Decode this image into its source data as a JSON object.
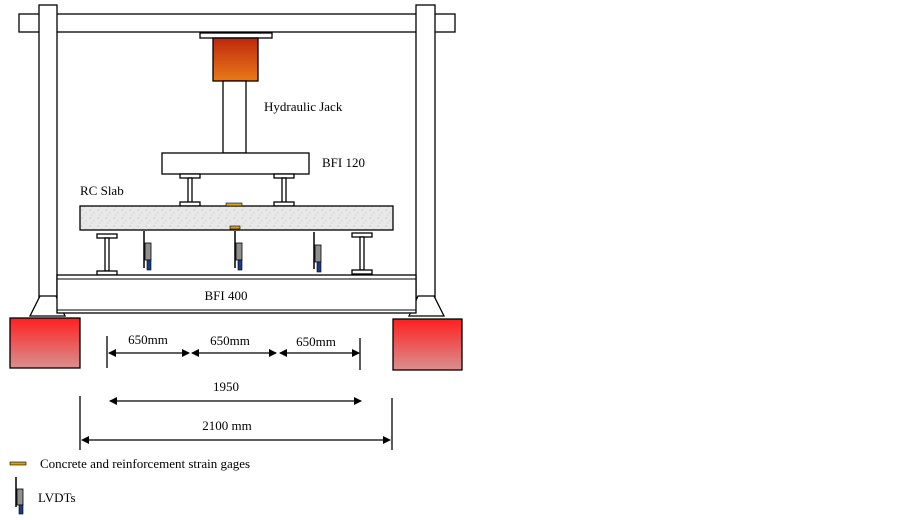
{
  "labels": {
    "jack": "Hydraulic Jack",
    "spreader_beam": "BFI 120",
    "slab": "RC Slab",
    "base_beam": "BFI 400"
  },
  "dimensions": {
    "spans": [
      "650mm",
      "650mm",
      "650mm"
    ],
    "support_span": "1950",
    "total": "2100 mm"
  },
  "legend": [
    {
      "icon": "strain-gage-icon",
      "label": "Concrete and reinforcement strain gages"
    },
    {
      "icon": "lvdt-icon",
      "label": "LVDTs"
    }
  ],
  "colors": {
    "jack_top": "#c0280c",
    "jack_bottom": "#e87a18",
    "block_top": "#ff2020",
    "block_bottom": "#d89090",
    "strain_gage": "#d8a020",
    "lvdt_body": "#909090",
    "lvdt_tip": "#1a3a8a"
  }
}
